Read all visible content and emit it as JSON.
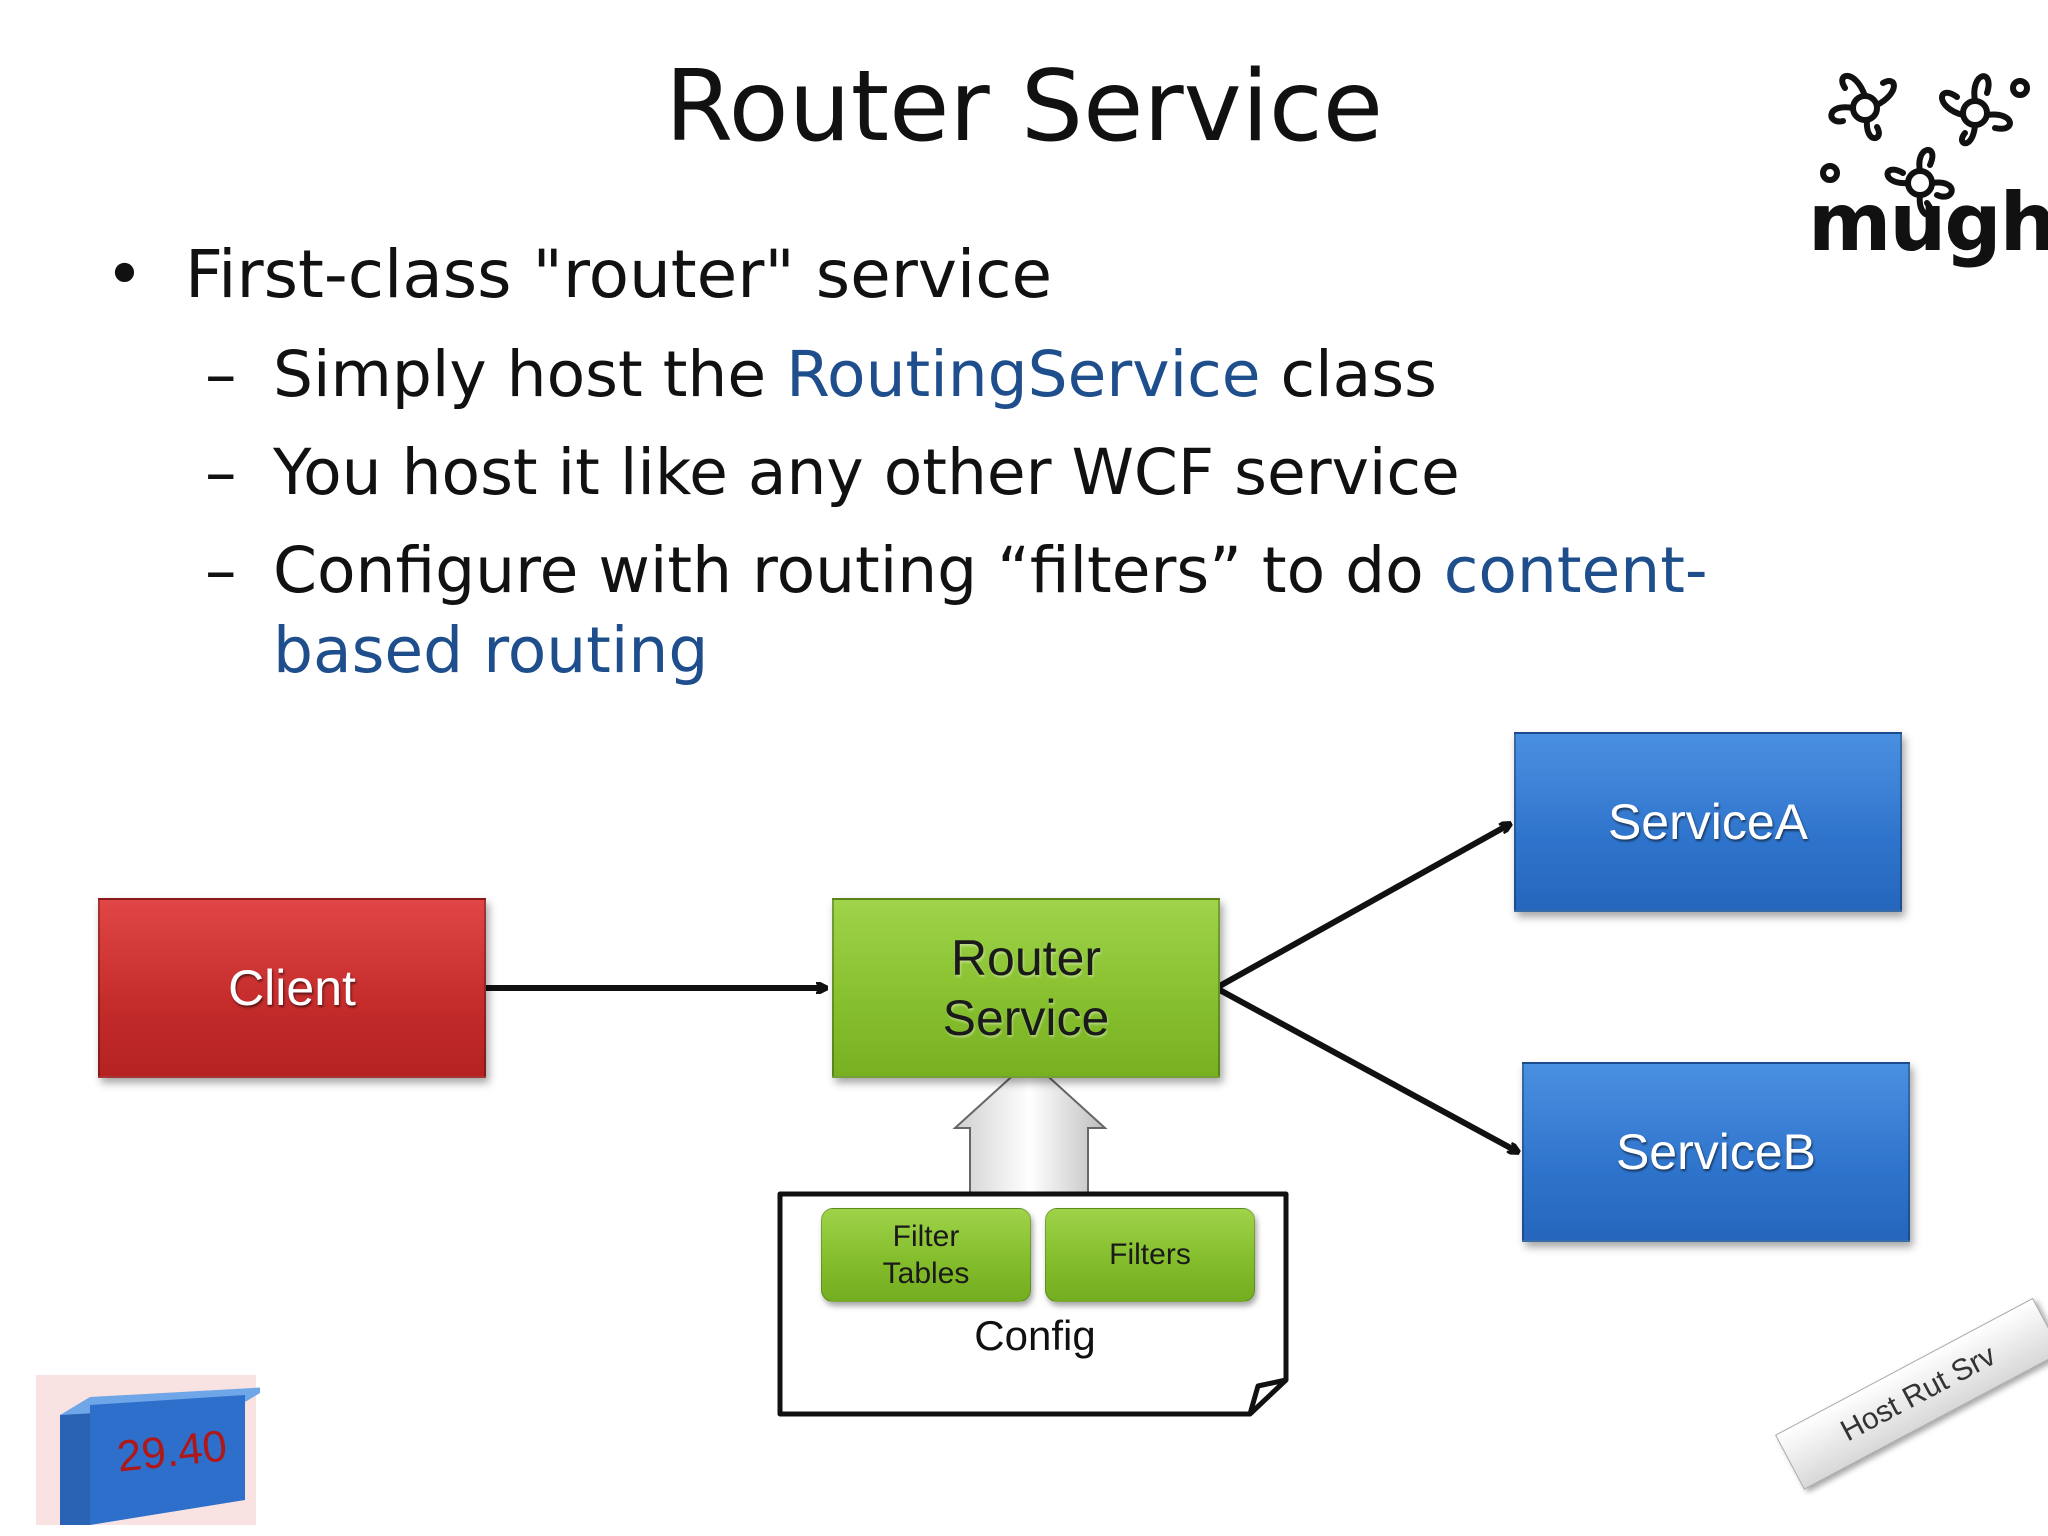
{
  "slide": {
    "title": "Router Service",
    "logo_text": "mugh",
    "bullet": "First-class \"router\" service",
    "sub_items": [
      {
        "pre": "Simply host the ",
        "highlight": "RoutingService",
        "post": " class"
      },
      {
        "pre": "You host it like any other WCF service",
        "highlight": "",
        "post": ""
      },
      {
        "pre": "Configure with routing “filters” to do ",
        "highlight": "content-based routing",
        "post": ""
      }
    ]
  },
  "diagram": {
    "client": "Client",
    "router_line1": "Router",
    "router_line2": "Service",
    "service_a": "ServiceA",
    "service_b": "ServiceB",
    "filter_tables_line1": "Filter",
    "filter_tables_line2": "Tables",
    "filters": "Filters",
    "config": "Config"
  },
  "overlay": {
    "timer": "29.40",
    "ribbon_label": "Host Rut Srv"
  },
  "colors": {
    "highlight": "#1f4e8c",
    "client": "#c42b2b",
    "router": "#86bf2d",
    "services": "#2f74cc"
  }
}
